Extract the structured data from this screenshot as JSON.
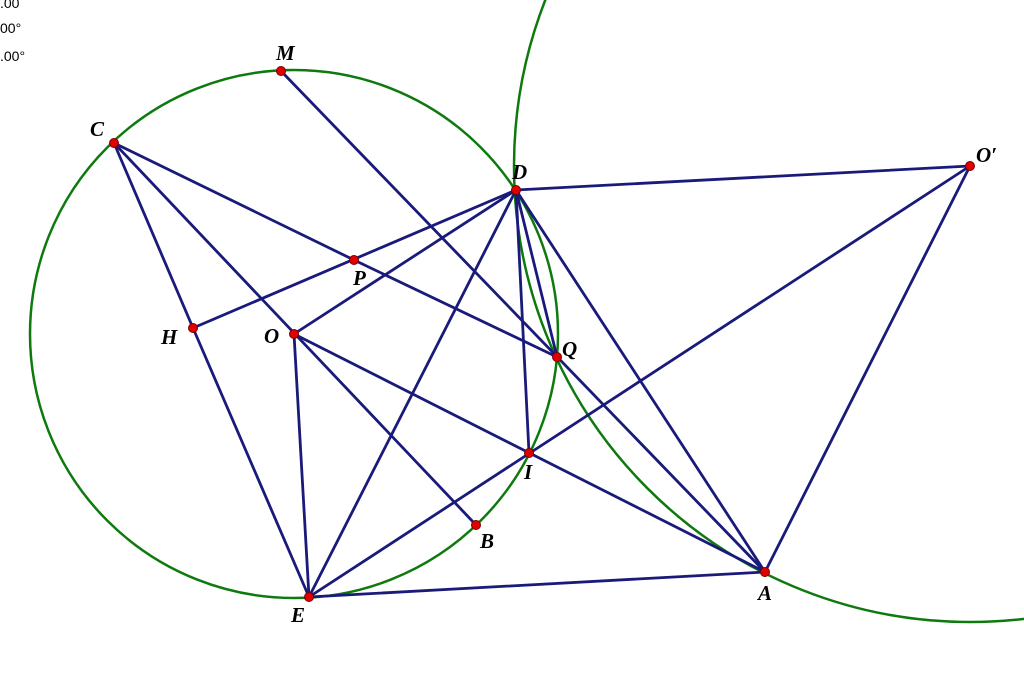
{
  "readouts": [
    ".00",
    "00°",
    ".00°"
  ],
  "colors": {
    "segment": "#1a1a7a",
    "circle": "#0e7a0e",
    "point": "#e00000",
    "point_outline": "#7a0000"
  },
  "labels": {
    "M": "M",
    "C": "C",
    "D": "D",
    "O_prime": "O′",
    "P": "P",
    "H": "H",
    "O": "O",
    "Q": "Q",
    "I": "I",
    "B": "B",
    "E": "E",
    "A": "A"
  }
}
